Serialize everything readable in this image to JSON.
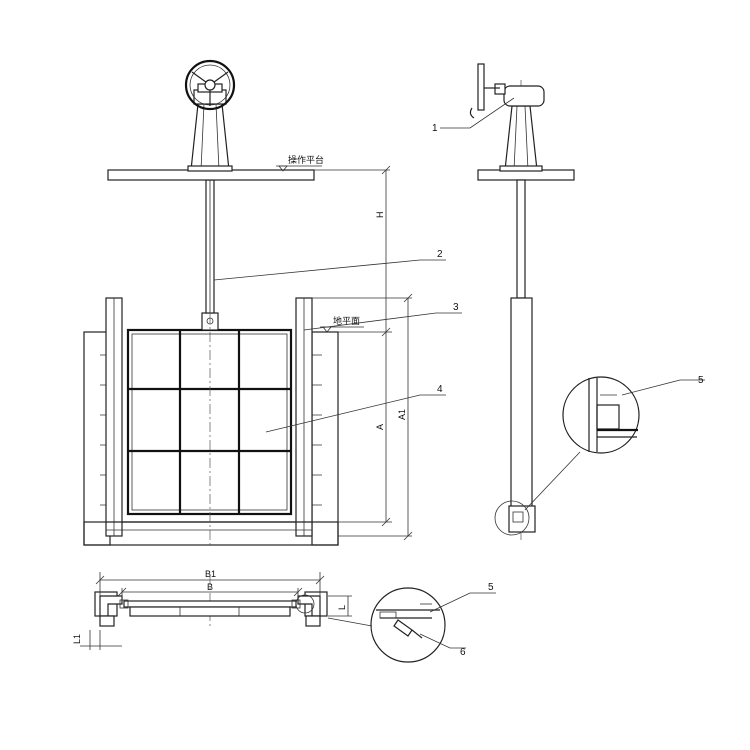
{
  "labels": {
    "platform": "操作平台",
    "ground": "地平面"
  },
  "dimensions": {
    "H": "H",
    "A": "A",
    "A1": "A1",
    "B1": "B1",
    "B": "B",
    "L": "L",
    "L1": "L1"
  },
  "callouts": [
    "1",
    "2",
    "3",
    "4",
    "5",
    "5",
    "6"
  ],
  "colors": {
    "line": "#222222",
    "background": "#ffffff"
  }
}
